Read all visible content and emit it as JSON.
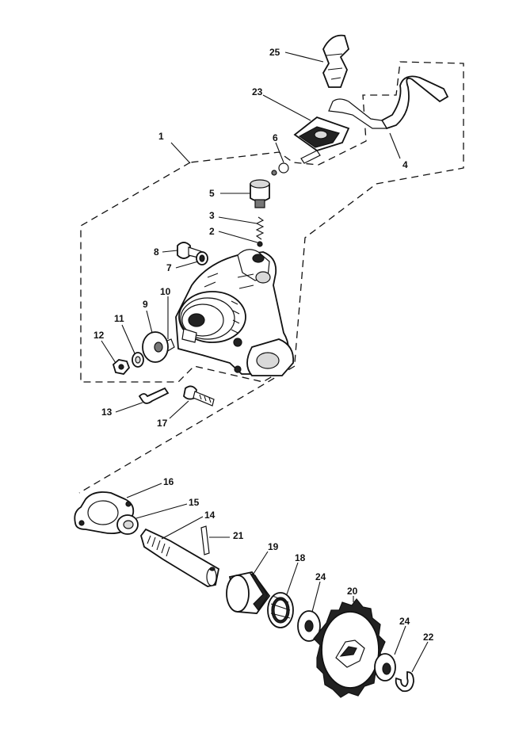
{
  "labels": {
    "p1": "1",
    "p2": "2",
    "p3": "3",
    "p4": "4",
    "p5": "5",
    "p6": "6",
    "p7": "7",
    "p8": "8",
    "p9": "9",
    "p10": "10",
    "p11": "11",
    "p12": "12",
    "p13": "13",
    "p14": "14",
    "p15": "15",
    "p16": "16",
    "p17": "17",
    "p18": "18",
    "p19": "19",
    "p20": "20",
    "p21": "21",
    "p22": "22",
    "p23": "23",
    "p24a": "24",
    "p24b": "24",
    "p25": "25"
  }
}
